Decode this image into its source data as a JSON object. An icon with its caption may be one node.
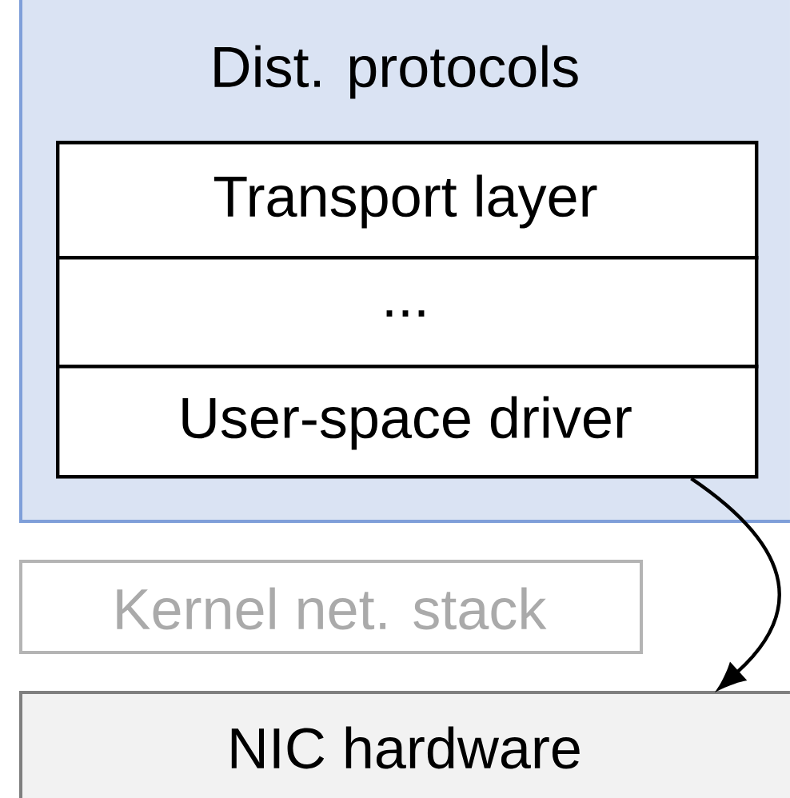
{
  "diagram": {
    "nodes": [
      {
        "text": [
          "Dist. protocols"
        ]
      },
      {
        "text": [
          "Transport layer"
        ],
        "in": 0
      },
      {
        "text": [
          "..."
        ],
        "in": 0
      },
      {
        "text": [
          "User-space driver"
        ],
        "in": 0
      },
      {
        "text": [
          "Kernel net. stack"
        ]
      },
      {
        "text": [
          "NIC hardware"
        ]
      }
    ],
    "edges": [
      {
        "from": 3,
        "to": 5,
        "arrow": "to"
      }
    ]
  }
}
